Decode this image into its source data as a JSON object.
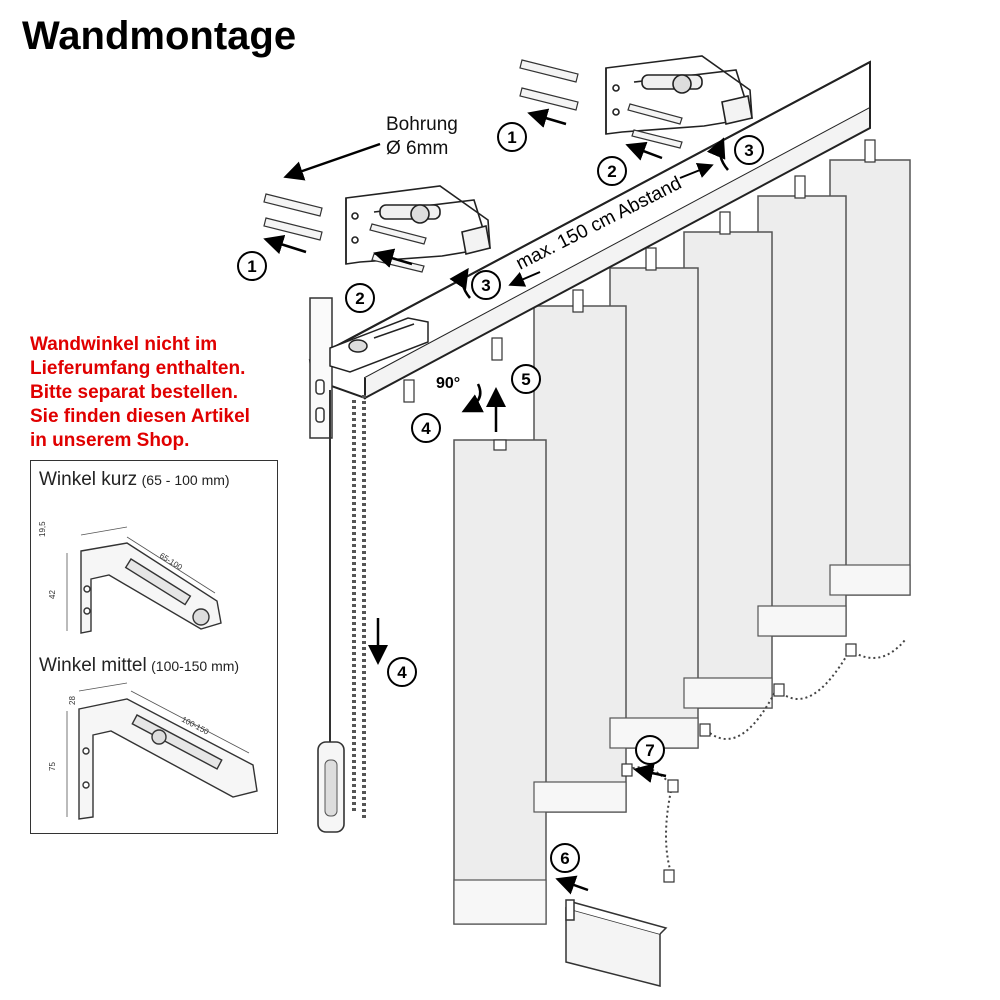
{
  "title": "Wandmontage",
  "drill": {
    "line1": "Bohrung",
    "line2": "Ø 6mm"
  },
  "notice": {
    "lines": [
      "Wandwinkel nicht im",
      "Lieferumfang enthalten.",
      "Bitte separat bestellen.",
      "Sie finden diesen Artikel",
      "in unserem Shop."
    ],
    "color": "#e00000"
  },
  "spacing_label": "max. 150 cm Abstand",
  "angle_label": "90°",
  "steps": [
    "1",
    "2",
    "3",
    "4",
    "5",
    "6",
    "7"
  ],
  "inset": {
    "short": {
      "name": "Winkel kurz",
      "range": "(65 - 100 mm)",
      "dims": [
        "19,5",
        "65-100",
        "42"
      ]
    },
    "medium": {
      "name": "Winkel mittel",
      "range": "(100-150 mm)",
      "dims": [
        "28",
        "100-150",
        "75"
      ]
    }
  }
}
